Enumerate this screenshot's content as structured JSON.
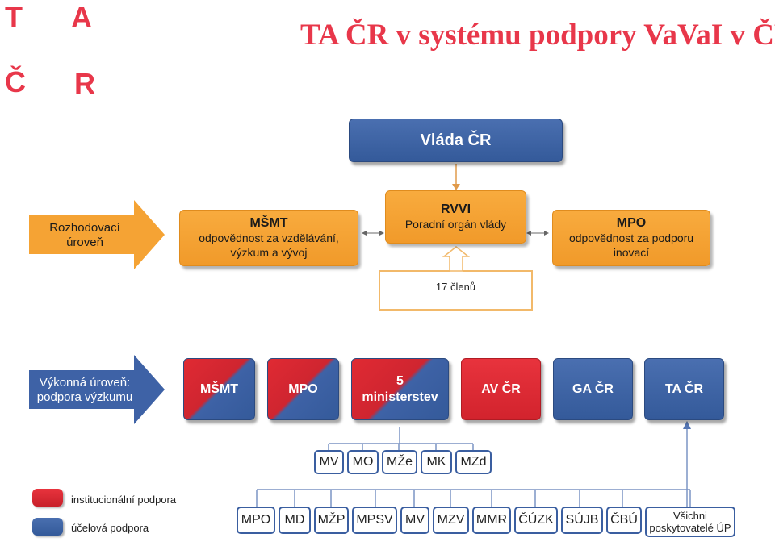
{
  "logo": {
    "letters": [
      "T",
      "A",
      "Č",
      "R"
    ]
  },
  "title": "TA ČR v systému podpory VaVaI v ČR",
  "government": {
    "label": "Vláda ČR"
  },
  "decision_level": {
    "arrow_label_line1": "Rozhodovací",
    "arrow_label_line2": "úroveň",
    "msmt": {
      "title": "MŠMT",
      "line1": "odpovědnost za vzdělávání,",
      "line2": "výzkum a vývoj"
    },
    "rvvi": {
      "title": "RVVI",
      "line1": "Poradní orgán vlády"
    },
    "mpo": {
      "title": "MPO",
      "line1": "odpovědnost za podporu",
      "line2": "inovací"
    },
    "members": "17 členů"
  },
  "executive_level": {
    "arrow_label_line1": "Výkonná úroveň:",
    "arrow_label_line2": "podpora výzkumu",
    "boxes": [
      {
        "label": "MŠMT",
        "style": "mixed"
      },
      {
        "label": "MPO",
        "style": "mixed"
      },
      {
        "label_line1": "5",
        "label_line2": "ministerstev",
        "style": "mixed"
      },
      {
        "label": "AV ČR",
        "style": "red"
      },
      {
        "label": "GA ČR",
        "style": "blue"
      },
      {
        "label": "TA ČR",
        "style": "blue"
      }
    ]
  },
  "ministries": [
    "MV",
    "MO",
    "MŽe",
    "MK",
    "MZd"
  ],
  "providers": [
    "MPO",
    "MD",
    "MŽP",
    "MPSV",
    "MV",
    "MZV",
    "MMR",
    "ČÚZK",
    "SÚJB",
    "ČBÚ"
  ],
  "providers_all": {
    "line1": "Všichni",
    "line2": "poskytovatelé ÚP"
  },
  "legend": [
    {
      "label": "institucionální podpora",
      "color": "#d7262f"
    },
    {
      "label": "účelová podpora",
      "color": "#3a5fa2"
    }
  ],
  "colors": {
    "accent_red": "#e8374a",
    "blue": "#3a5fa2",
    "orange": "#f5a334",
    "red": "#d7262f"
  }
}
